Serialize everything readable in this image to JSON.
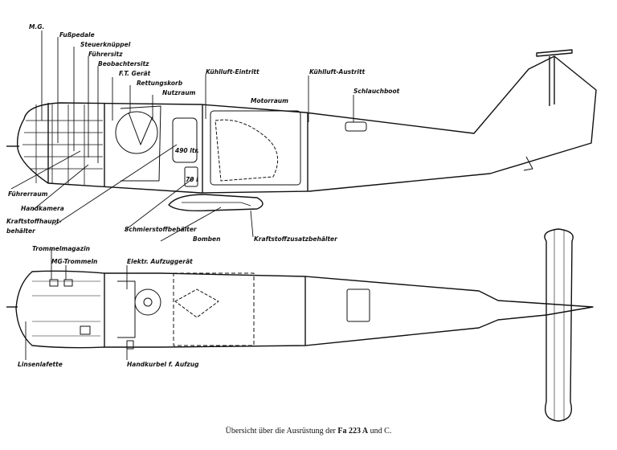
{
  "labels": {
    "mg": "M.G.",
    "fusspedale": "Fußpedale",
    "steuerknueppel": "Steuerknüppel",
    "fuehrersitz": "Führersitz",
    "beobachtersitz": "Beobachtersitz",
    "ft_geraet": "F.T. Gerät",
    "rettungskorb": "Rettungskorb",
    "nutzraum": "Nutzraum",
    "kuehlluft_eintritt": "Kühlluft-Eintritt",
    "kuehlluft_austritt": "Kühlluft-Austritt",
    "motorraum": "Motorraum",
    "schlauchboot": "Schlauchboot",
    "tank_490": "490 ltr.",
    "tank_70": "70 l",
    "fuehrerraum": "Führerraum",
    "handkamera": "Handkamera",
    "kraftstoffhaupt": "Kraftstoffhaupt-",
    "behaelter": "behälter",
    "schmierstoffbehaelter": "Schmierstoffbehälter",
    "bomben": "Bomben",
    "kraftstoffzusatzbehaelter": "Kraftstoffzusatzbehälter",
    "trommelmagazin": "Trommelmagazin",
    "mg_trommeln": "MG-Trommeln",
    "elektr_aufzug": "Elektr. Aufzuggerät",
    "linsenlafette": "Linsenlafette",
    "handkurbel": "Handkurbel f. Aufzug"
  },
  "caption": {
    "prefix": "Übersicht über die Ausrüstung der",
    "model": "Fa 223 A",
    "middle": "und",
    "variant": "C."
  }
}
